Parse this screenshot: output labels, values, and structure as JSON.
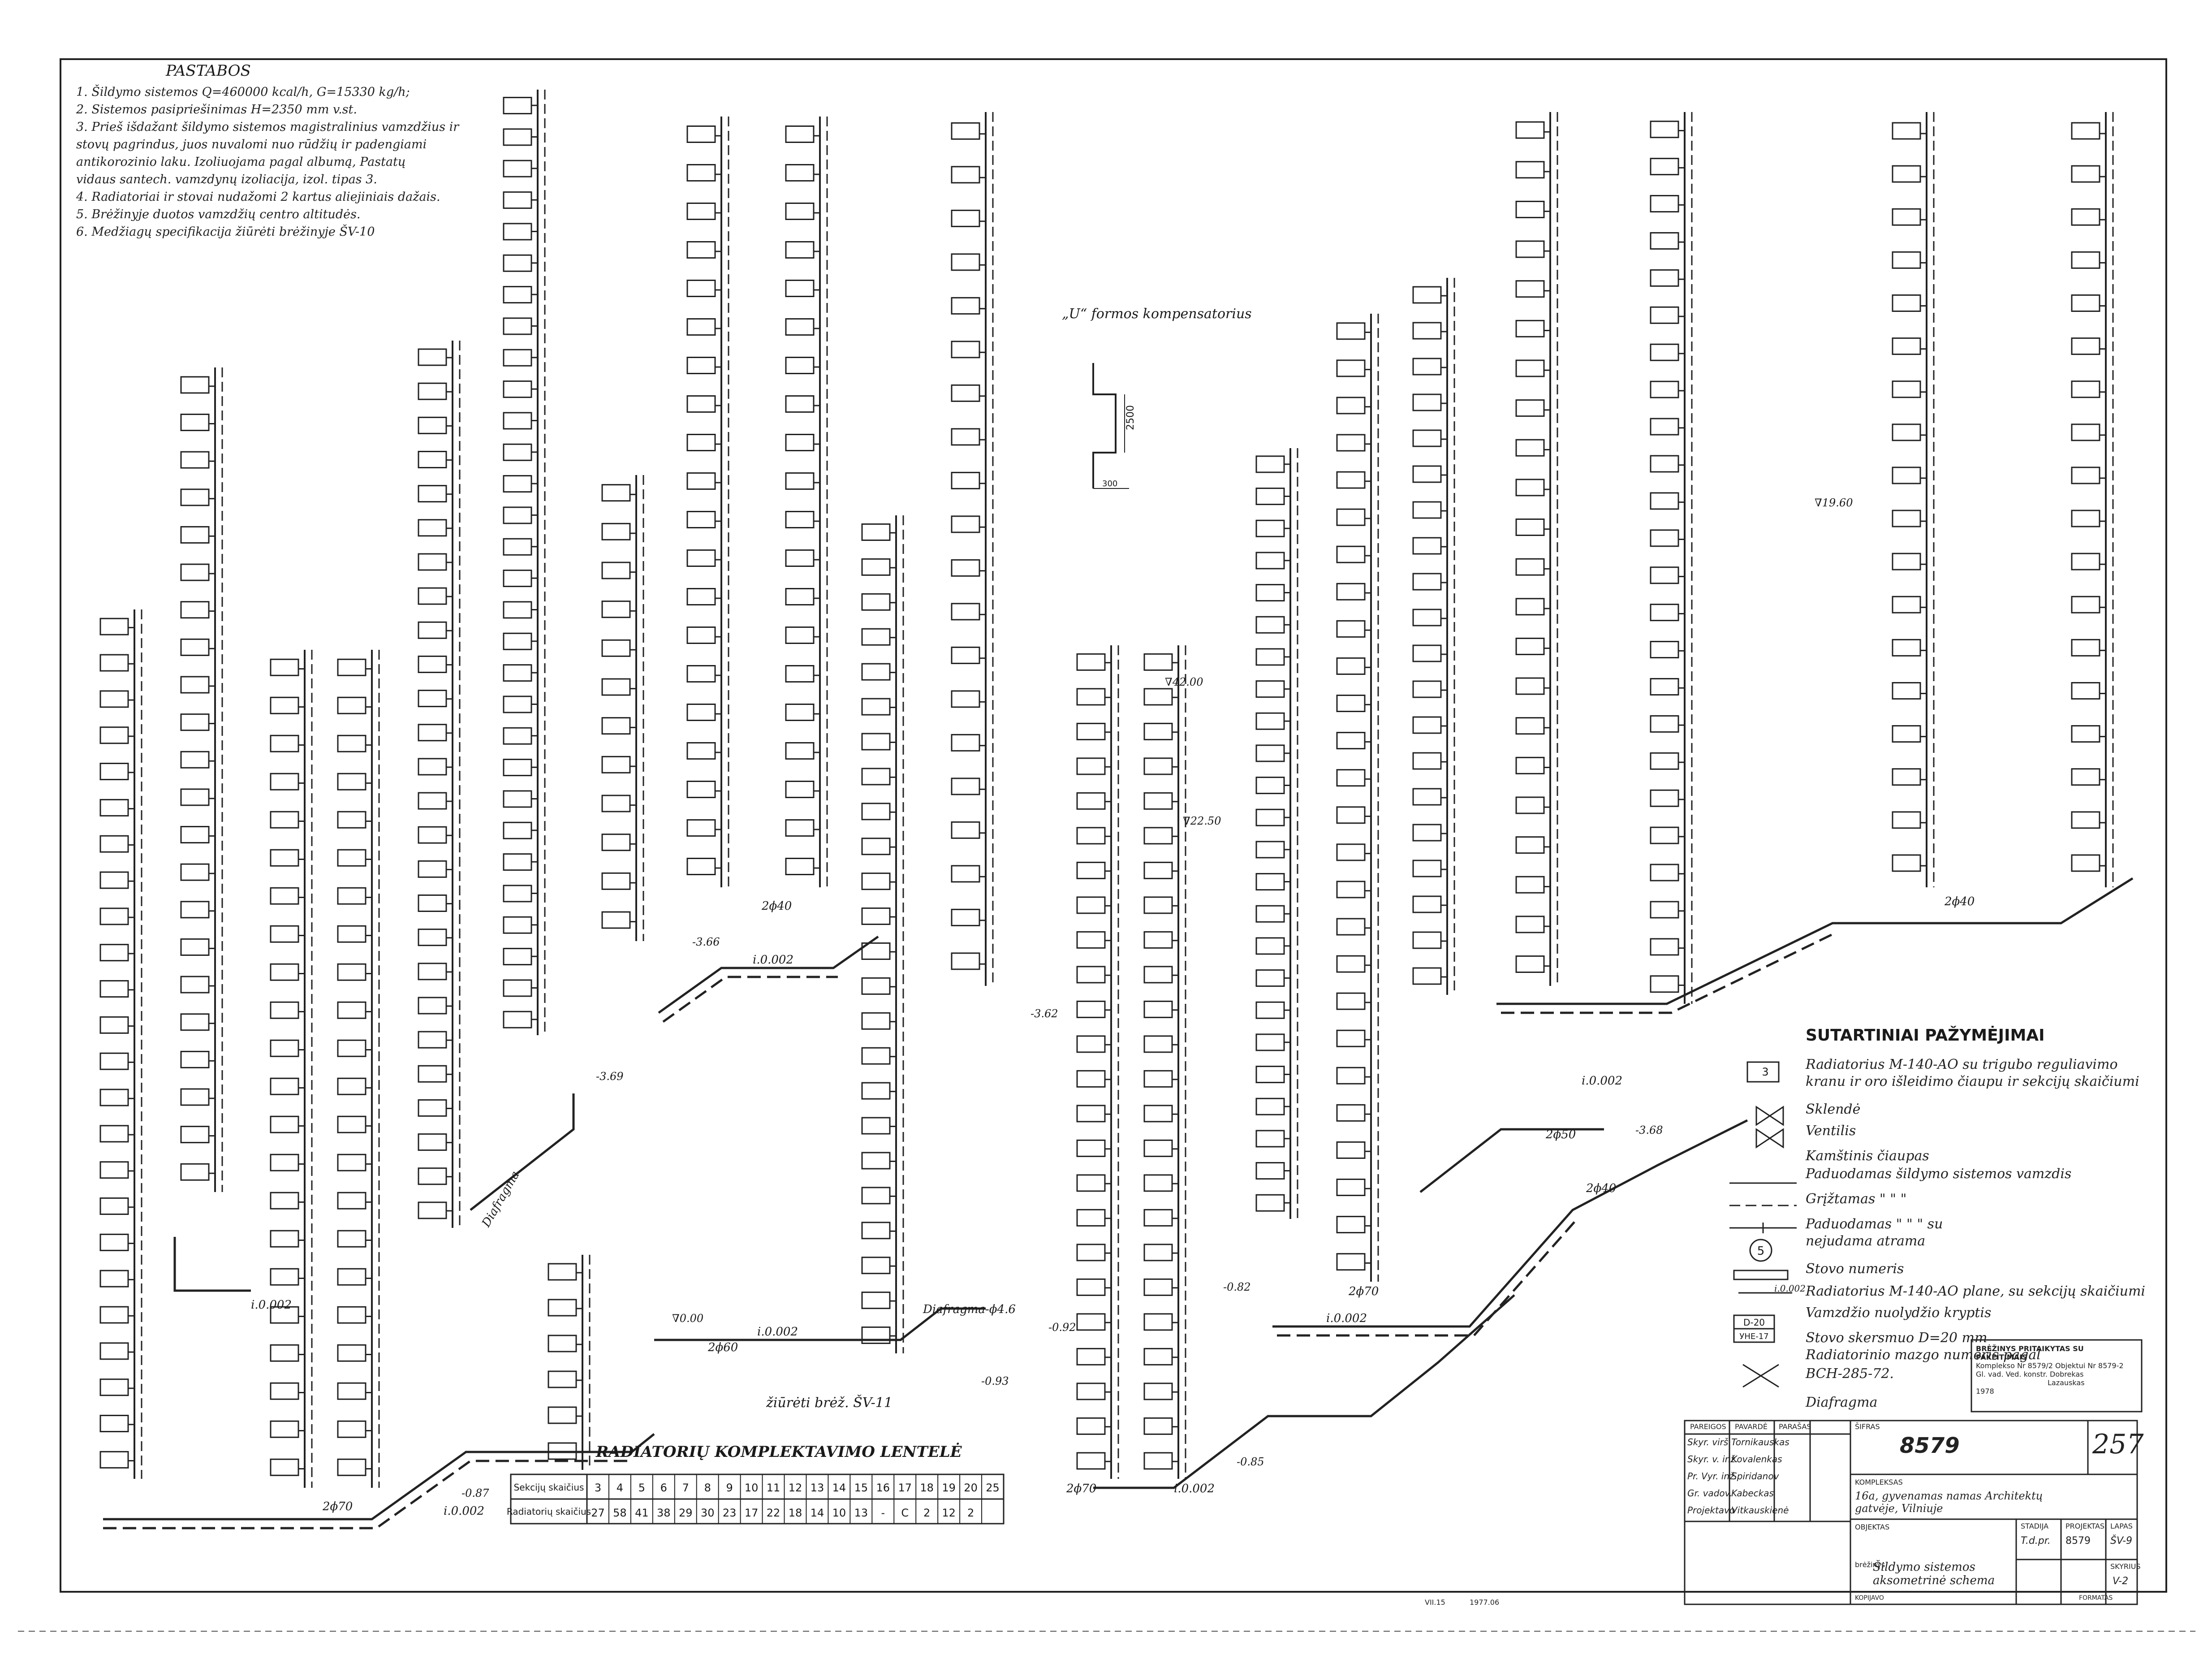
{
  "notes": {
    "title": "PASTABOS",
    "items": [
      "1.  Šildymo sistemos Q=460000 kcal/h, G=15330 kg/h;",
      "2.  Sistemos pasipriešinimas H=2350 mm v.st.",
      "3.  Prieš išdažant šildymo sistemos magistralinius vamzdžius ir",
      "     stovų pagrindus, juos nuvalomi nuo rūdžių ir padengiami",
      "     antikorozinio laku. Izoliuojama pagal albumą, Pastatų",
      "     vidaus santech. vamzdynų izoliacija, izol. tipas 3.",
      "4.  Radiatoriai ir stovai nudažomi 2 kartus aliejiniais dažais.",
      "5.  Brėžinyje duotos vamzdžių centro altitudės.",
      "6.  Medžiagų specifikacija žiūrėti brėžinyje ŠV-10"
    ]
  },
  "compensator": {
    "label": "„U“ formos kompensatorius",
    "dim1": "2500",
    "dim2": "300"
  },
  "legend": {
    "title": "SUTARTINIAI PAŽYMĖJIMAI",
    "items": [
      "Radiatorius M-140-AO su trigubo reguliavimo",
      "kranu ir oro išleidimo čiaupu ir sekcijų skaičiumi",
      "Sklendė",
      "Ventilis",
      "Kamštinis čiaupas",
      "Paduodamas šildymo sistemos vamzdis",
      "Grįžtamas   \"   \"   \"",
      "Paduodamas   \"   \"   \"   su",
      "nejudama atrama",
      "Stovo numeris",
      "Radiatorius M-140-AO plane, su sekcijų skaičiumi",
      "Vamzdžio nuolydžio kryptis",
      "Stovo skersmuo D=20 mm",
      "Radiatorinio mazgo numeris pagal",
      "BCH-285-72.",
      "Diafragma"
    ],
    "sample_radiator": "3",
    "sample_riser": "5",
    "sample_slope": "i.0.002",
    "sample_d": "D-20",
    "sample_unit": "УНЕ-17"
  },
  "table": {
    "title": "RADIATORIŲ KOMPLEKTAVIMO LENTELĖ",
    "row1_label": "Sekcijų skaičius",
    "row2_label": "Radiatorių skaičius",
    "sections": [
      "3",
      "4",
      "5",
      "6",
      "7",
      "8",
      "9",
      "10",
      "11",
      "12",
      "13",
      "14",
      "15",
      "16",
      "17",
      "18",
      "19",
      "20",
      "25"
    ],
    "counts": [
      "27",
      "58",
      "41",
      "38",
      "29",
      "30",
      "23",
      "17",
      "22",
      "18",
      "14",
      "10",
      "13",
      "-",
      "C",
      "2",
      "12",
      "2",
      ""
    ]
  },
  "stamp": {
    "line1": "BRĖŽINYS PRITAIKYTAS SU PAKEITIMAIS",
    "line2": "Komplekso Nr 8579/2 Objektui Nr 8579-2",
    "line3": "Gl. vad. Ved. konstr.  Dobrekas",
    "line4": "Lazauskas",
    "year": "1978"
  },
  "title_block": {
    "sifras_label": "ŠIFRAS",
    "sifras": "8579",
    "sheet_big": "257",
    "roles": [
      "Skyr. virš.",
      "Skyr. v. inž.",
      "Pr. Vyr. inž.",
      "Gr. vadov.",
      "Projektavo"
    ],
    "names": [
      "Tornikauskas",
      "Kovalenkas",
      "Spiridanov",
      "Kabeckas",
      "Vitkauskienė"
    ],
    "col_headers": [
      "PAREIGOS",
      "PAVARDĖ",
      "PARAŠAS"
    ],
    "complex_label": "KOMPLEKSAS",
    "complex_text": "16a, gyvenamas namas Architektų gatvėje, Vilniuje",
    "object_label": "OBJEKTAS",
    "stage_label": "STADIJA",
    "stage": "T.d.pr.",
    "archive_label": "PROJEKTAS",
    "archive": "8579",
    "sheet_label": "LAPAS",
    "sheet_code": "ŠV-9",
    "sheets_label": "SKYRIUS",
    "sheets": "V-2",
    "drawing_label": "brėžinys",
    "drawing_title": "Šildymo sistemos aksometrinė schema",
    "date1": "VII.15",
    "date2": "1977.06",
    "copied": "KOPIJAVO",
    "format": "FORMATAS"
  },
  "annotations": {
    "see_drawing": "žiūrėti brėž. ŠV-11",
    "diaphragm": "Diafragma",
    "diaphragm2": "Diafragma-ϕ4.6",
    "slope": "i.0.002",
    "pipe_a": "2ϕ40",
    "pipe_b": "2ϕ50",
    "pipe_c": "2ϕ70",
    "pipe_d": "2ϕ60",
    "elev_a": "-3.66",
    "elev_b": "-3.62",
    "elev_c": "-3.68",
    "elev_d": "-3.69",
    "elev_e": "-0.87",
    "elev_f": "-0.85",
    "elev_g": "-0.82",
    "elev_h": "-0.92",
    "elev_i": "-0.93",
    "elev_j": "∇0.00",
    "elev_k": "∇19.60",
    "elev_l": "∇42.00",
    "elev_m": "∇22.50"
  }
}
